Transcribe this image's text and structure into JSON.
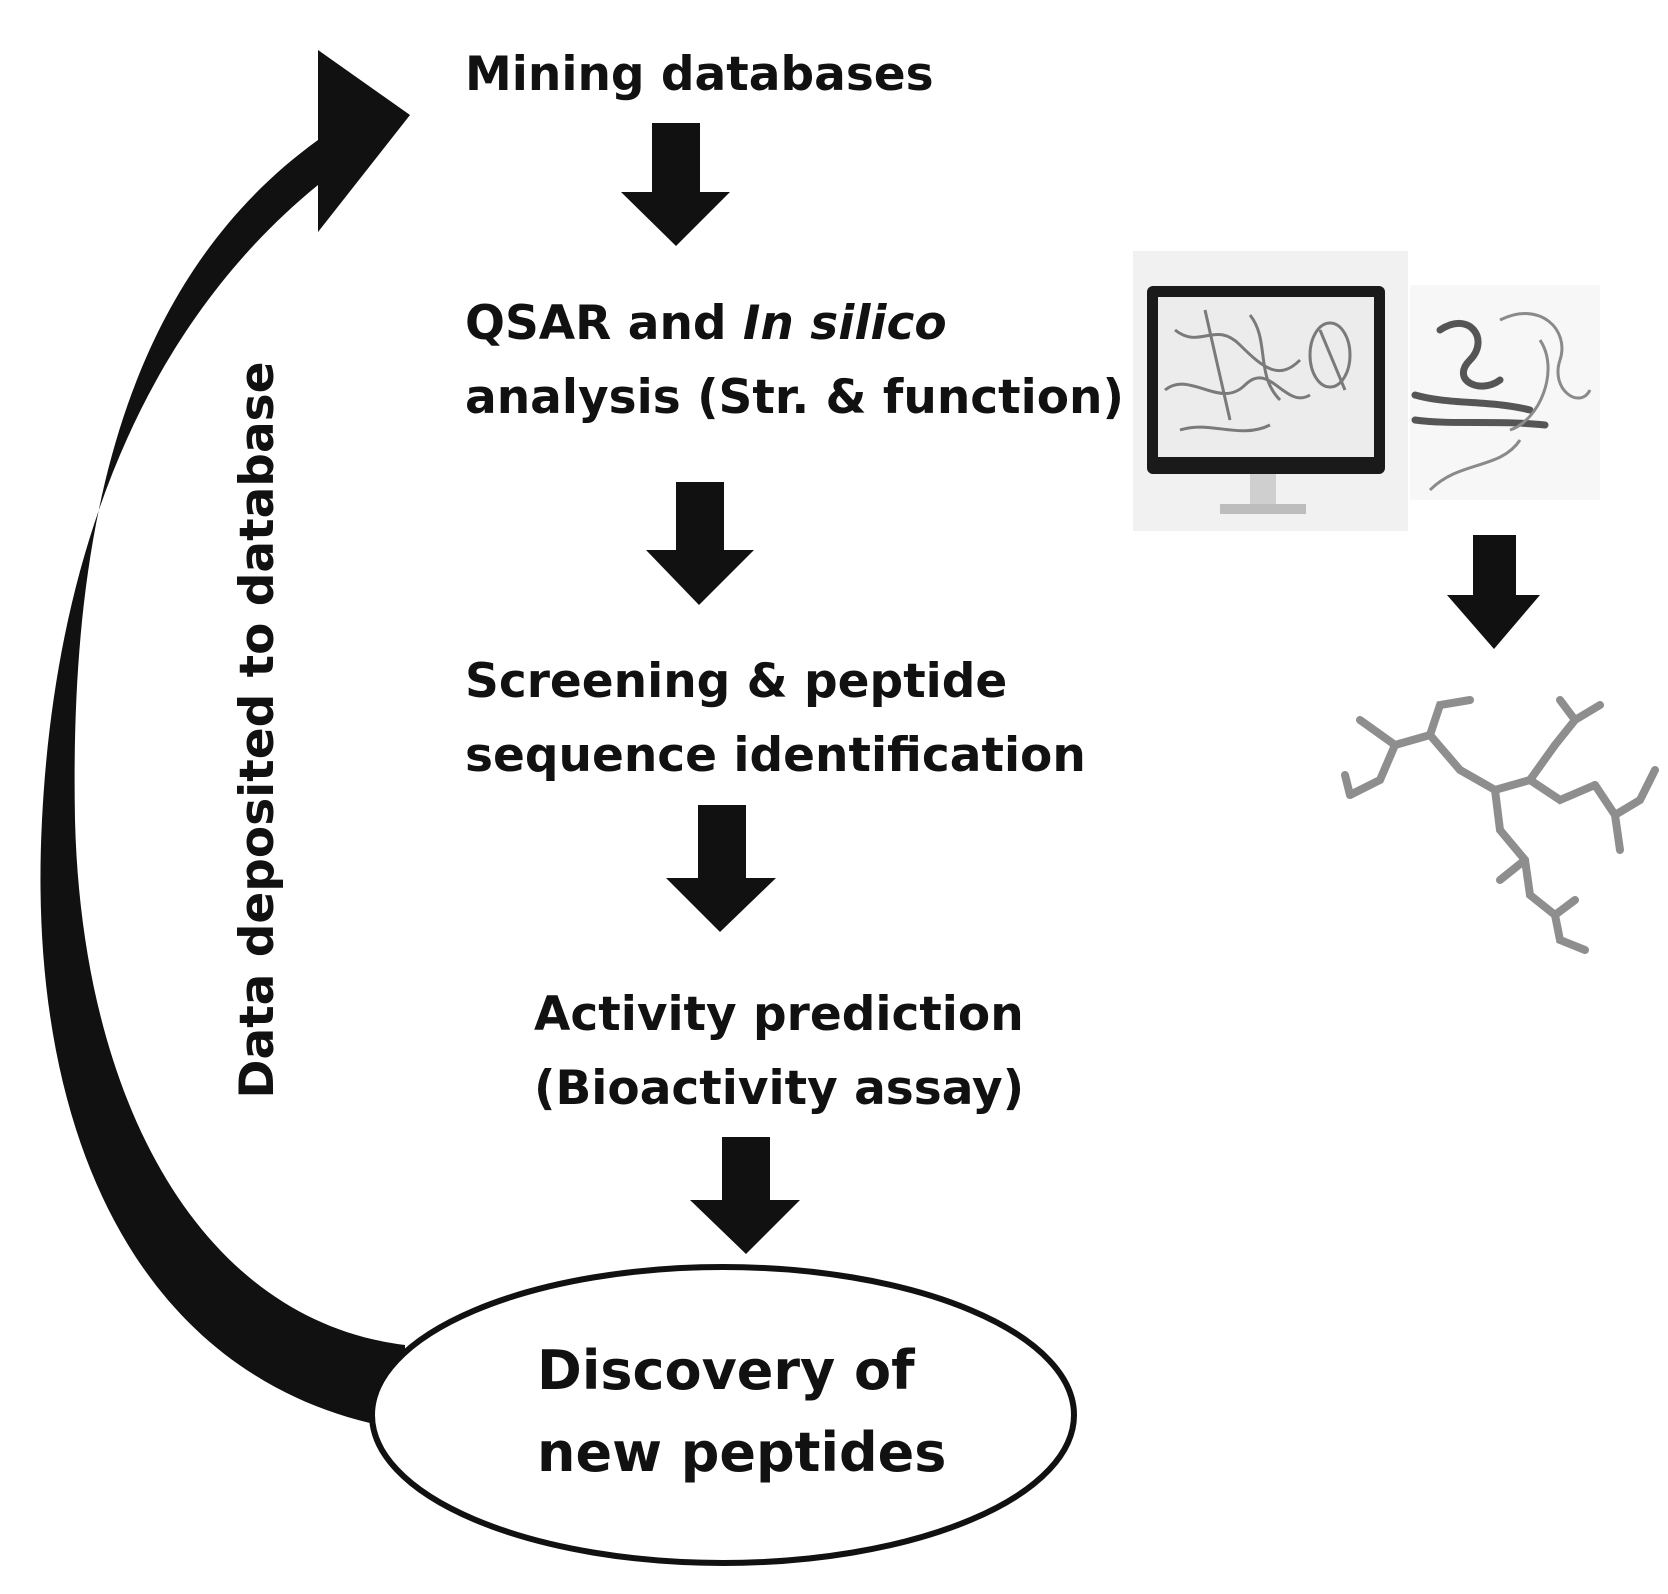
{
  "steps": [
    {
      "line1": "Mining databases"
    },
    {
      "line1a": "QSAR and ",
      "line1b": "In silico",
      "line2": "analysis (Str. & function)"
    },
    {
      "line1": "Screening & peptide",
      "line2": "sequence identification"
    },
    {
      "line1": "Activity prediction",
      "line2": "(Bioactivity assay)"
    }
  ],
  "final": {
    "line1": "Discovery of",
    "line2": "new peptides"
  },
  "feedback_label": "Data deposited to database",
  "colors": {
    "ink": "#111111",
    "background": "#ffffff"
  }
}
